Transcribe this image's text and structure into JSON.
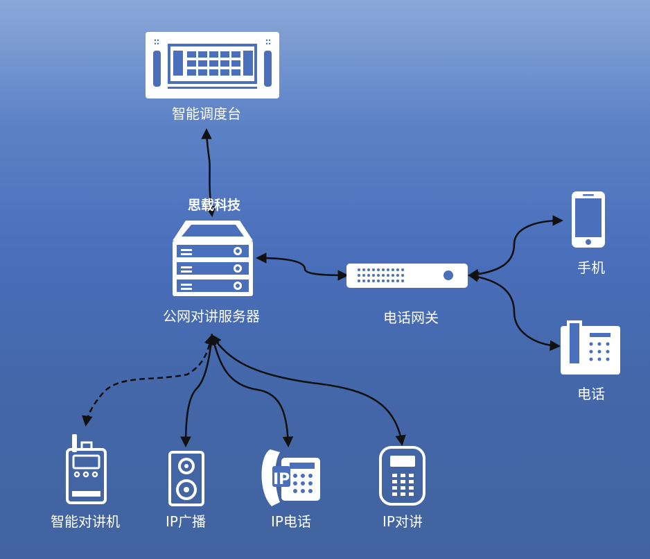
{
  "diagram": {
    "brand": "思载科技",
    "nodes": {
      "console": {
        "label": "智能调度台",
        "icon": "dispatch-console-icon"
      },
      "server": {
        "label": "公网对讲服务器",
        "icon": "server-icon"
      },
      "gateway": {
        "label": "电话网关",
        "icon": "gateway-icon"
      },
      "mobile": {
        "label": "手机",
        "icon": "mobile-phone-icon"
      },
      "phone": {
        "label": "电话",
        "icon": "desk-phone-icon"
      },
      "walkie": {
        "label": "智能对讲机",
        "icon": "walkie-talkie-icon"
      },
      "ip_broadcast": {
        "label": "IP广播",
        "icon": "speaker-icon"
      },
      "ip_phone": {
        "label": "IP电话",
        "icon": "ip-phone-icon"
      },
      "ip_intercom": {
        "label": "IP对讲",
        "icon": "ip-intercom-icon"
      }
    },
    "connections": [
      {
        "from": "server",
        "to": "console",
        "style": "solid"
      },
      {
        "from": "server",
        "to": "gateway",
        "style": "solid"
      },
      {
        "from": "gateway",
        "to": "mobile",
        "style": "solid"
      },
      {
        "from": "gateway",
        "to": "phone",
        "style": "solid"
      },
      {
        "from": "server",
        "to": "walkie",
        "style": "dashed"
      },
      {
        "from": "server",
        "to": "ip_broadcast",
        "style": "solid"
      },
      {
        "from": "server",
        "to": "ip_phone",
        "style": "solid"
      },
      {
        "from": "server",
        "to": "ip_intercom",
        "style": "solid"
      }
    ],
    "colors": {
      "icon": "#ffffff",
      "line": "#111111",
      "accent": "#4a6fbb"
    }
  }
}
